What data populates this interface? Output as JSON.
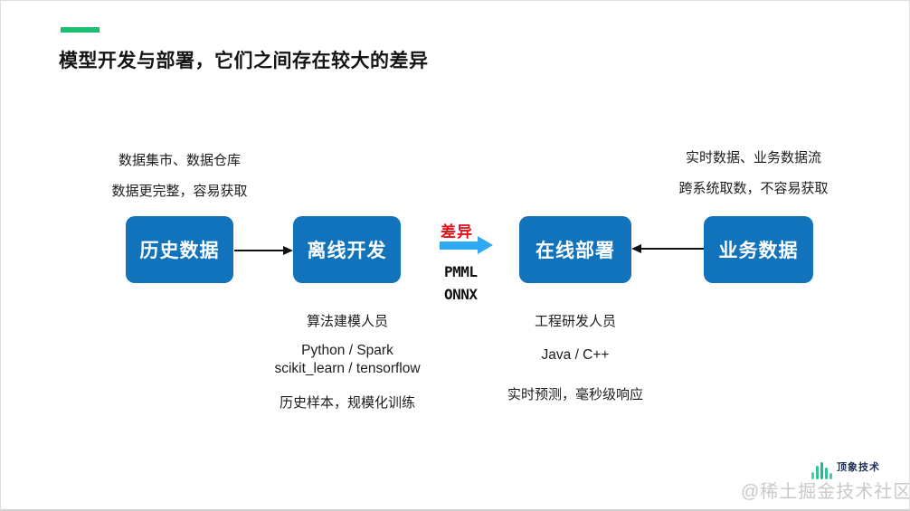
{
  "title": "模型开发与部署，它们之间存在较大的差异",
  "accent_color": "#1dbe72",
  "left_note": {
    "line1": "数据集市、数据仓库",
    "line2": "数据更完整，容易获取"
  },
  "right_note": {
    "line1": "实时数据、业务数据流",
    "line2": "跨系统取数，不容易获取"
  },
  "flow": {
    "node_color": "#1173bc",
    "arrow_color": "#111111",
    "nodes": [
      {
        "id": "historical-data",
        "label": "历史数据"
      },
      {
        "id": "offline-dev",
        "label": "离线开发"
      },
      {
        "id": "online-deploy",
        "label": "在线部署"
      },
      {
        "id": "business-data",
        "label": "业务数据"
      }
    ],
    "diff": {
      "label": "差异",
      "label_color": "#e0121a",
      "arrow_color": "#2fa9f2",
      "formats": [
        "PMML",
        "ONNX"
      ]
    }
  },
  "offline_details": {
    "role": "算法建模人员",
    "stack_line1": "Python / Spark",
    "stack_line2": "scikit_learn / tensorflow",
    "training": "历史样本，规模化训练"
  },
  "online_details": {
    "role": "工程研发人员",
    "stack": "Java / C++",
    "prediction": "实时预测，毫秒级响应"
  },
  "footer": {
    "logo_text": "顶象技术",
    "logo_bar_color": "#2fc29b",
    "watermark": "@稀土掘金技术社区",
    "watermark_color": "#c9c9c9"
  }
}
